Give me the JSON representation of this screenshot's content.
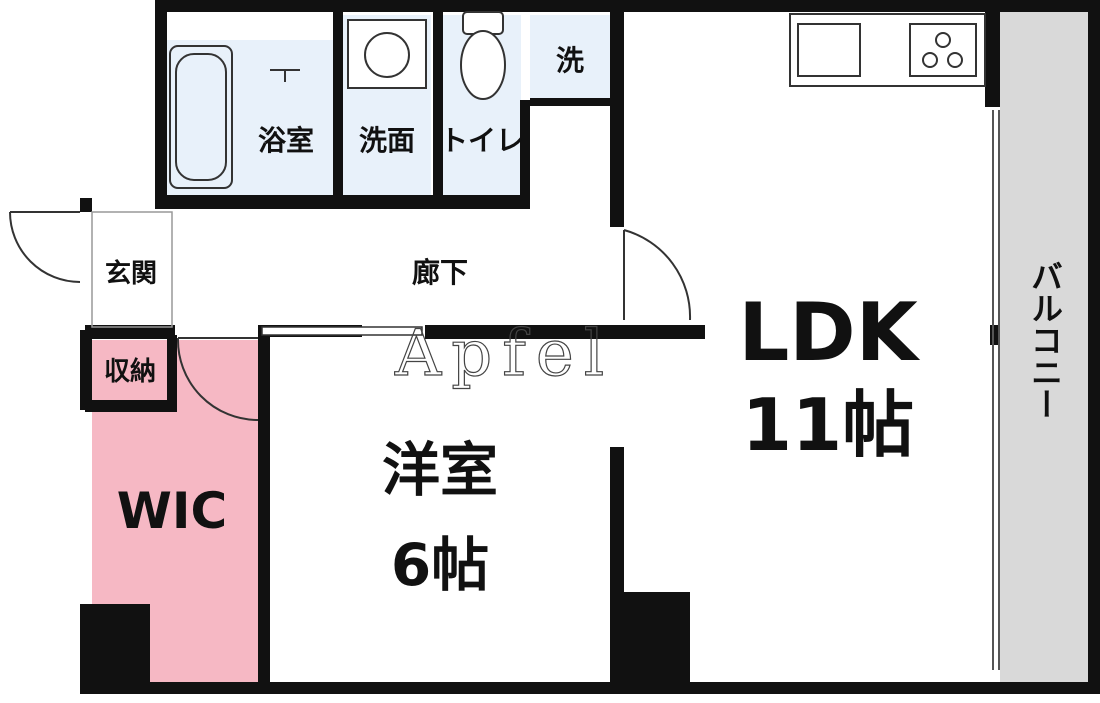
{
  "rooms": {
    "bath": "浴室",
    "washroom": "洗面",
    "toilet": "トイレ",
    "laundry": "洗",
    "entrance": "玄関",
    "hallway": "廊下",
    "storage": "収納",
    "wic": "WIC",
    "western_room_name": "洋室",
    "western_room_size": "6帖",
    "ldk_name": "LDK",
    "ldk_size": "11帖",
    "balcony": "バルコニー"
  },
  "watermark": "Apfel",
  "colors": {
    "wall": "#111111",
    "wet_area": "#e8f1fa",
    "wic_fill": "#f6b8c4",
    "balcony_fill": "#d9d9d9",
    "floor": "#ffffff"
  }
}
